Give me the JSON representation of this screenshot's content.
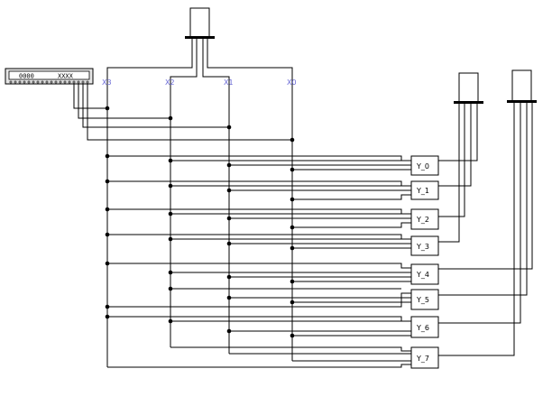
{
  "input_display": {
    "left_value": "0000",
    "right_value": "XXXX"
  },
  "input_labels": [
    "X3",
    "X2",
    "X1",
    "X0"
  ],
  "gates": [
    {
      "label": "Y_0"
    },
    {
      "label": "Y_1"
    },
    {
      "label": "Y_2"
    },
    {
      "label": "Y_3"
    },
    {
      "label": "Y_4"
    },
    {
      "label": "Y_5"
    },
    {
      "label": "Y_6"
    },
    {
      "label": "Y_7"
    }
  ],
  "colors": {
    "wire": "#000000",
    "bus_label": "#6b6bd6",
    "lcd_background": "#e6e6e6"
  }
}
